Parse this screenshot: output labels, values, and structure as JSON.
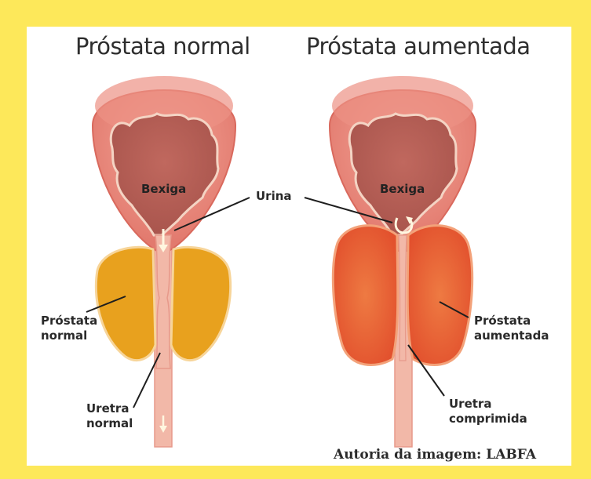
{
  "titles": {
    "left": "Próstata normal",
    "right": "Próstata aumentada"
  },
  "labels": {
    "bladder_left": "Bexiga",
    "bladder_right": "Bexiga",
    "urine": "Urina",
    "prostate_normal_line1": "Próstata",
    "prostate_normal_line2": "normal",
    "prostate_enlarged_line1": "Próstata",
    "prostate_enlarged_line2": "aumentada",
    "urethra_normal_line1": "Uretra",
    "urethra_normal_line2": "normal",
    "urethra_compressed_line1": "Uretra",
    "urethra_compressed_line2": "comprimida"
  },
  "credit": "Autoria da imagem: LABFA",
  "colors": {
    "frame": "#fde85a",
    "bladder_outer": "#e8857a",
    "bladder_inner": "#c76a60",
    "prostate_normal": "#e8a11e",
    "prostate_enlarged": "#e8643a",
    "urethra": "#f2b8a8"
  }
}
